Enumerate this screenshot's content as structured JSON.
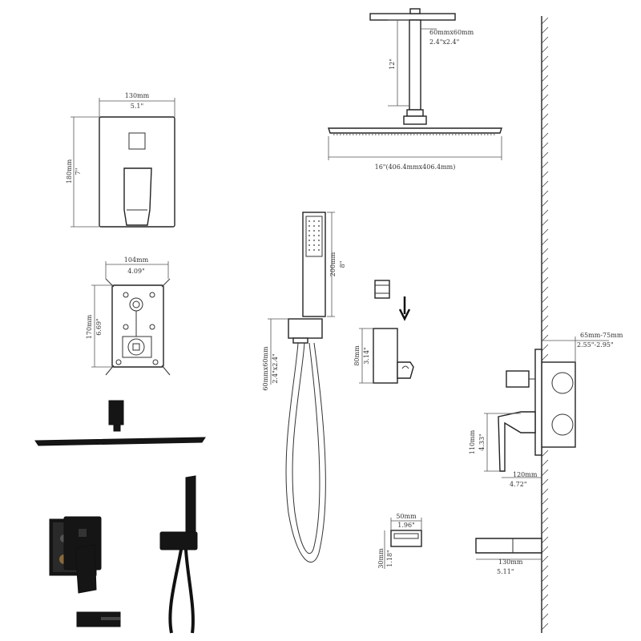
{
  "mixer_plate": {
    "width_mm": "130mm",
    "width_in": "5.1\"",
    "height_mm": "180mm",
    "height_in": "7\""
  },
  "rough_in_valve": {
    "width_mm": "104mm",
    "width_in": "4.09\"",
    "height_mm": "170mm",
    "height_in": "6.69\""
  },
  "ceiling_arm": {
    "flange_mm": "60mmx60mm",
    "flange_in": "2.4\"x2.4\"",
    "length_in": "12\""
  },
  "rain_head": {
    "size": "16\"(406.4mmx406.4mm)"
  },
  "hand_shower": {
    "length_mm": "200mm",
    "length_in": "8\"",
    "elbow_mm": "60mmx60mm",
    "elbow_in": "2.4\"x2.4\""
  },
  "holder": {
    "height_mm": "80mm",
    "height_in": "3.14\""
  },
  "side_view": {
    "depth_mm": "65mm-75mm",
    "depth_in": "2.55\"-2.95\"",
    "handle_mm": "110mm",
    "handle_in": "4.33\"",
    "reach_mm": "120mm",
    "reach_in": "4.72\""
  },
  "spout_front": {
    "width_mm": "50mm",
    "width_in": "1.96\"",
    "height_mm": "30mm",
    "height_in": "1.18\""
  },
  "spout_side": {
    "length_mm": "130mm",
    "length_in": "5.11\""
  },
  "colors": {
    "line": "#333333",
    "product": "#151515",
    "background": "#ffffff"
  }
}
